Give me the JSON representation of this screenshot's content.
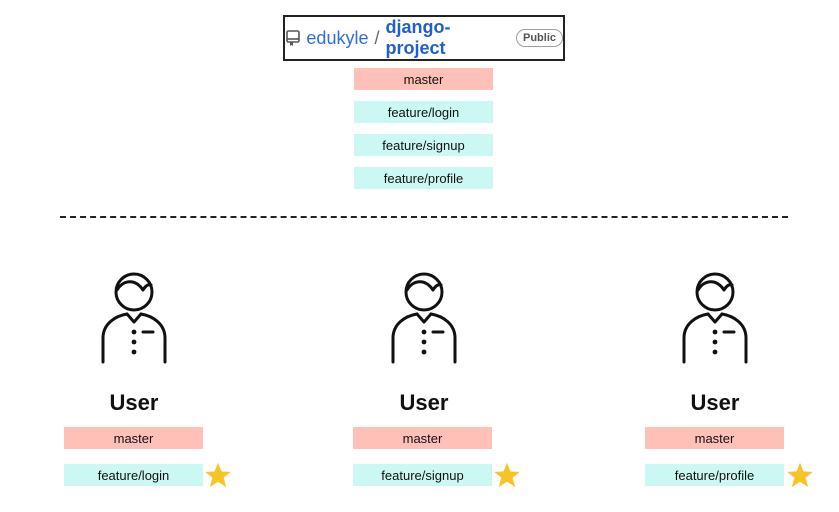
{
  "repo": {
    "owner": "edukyle",
    "separator": "/",
    "name": "django-project",
    "visibility": "Public",
    "icon": "repo-icon"
  },
  "top_branches": [
    "master",
    "feature/login",
    "feature/signup",
    "feature/profile"
  ],
  "users": [
    {
      "label": "User",
      "branches": [
        "master",
        "feature/login"
      ],
      "starred": "feature/login"
    },
    {
      "label": "User",
      "branches": [
        "master",
        "feature/signup"
      ],
      "starred": "feature/signup"
    },
    {
      "label": "User",
      "branches": [
        "master",
        "feature/profile"
      ],
      "starred": "feature/profile"
    }
  ],
  "colors": {
    "master": "#ffc0b8",
    "feature": "#ccf8f4",
    "star": "#f7c325",
    "link": "#2f6fd6"
  }
}
